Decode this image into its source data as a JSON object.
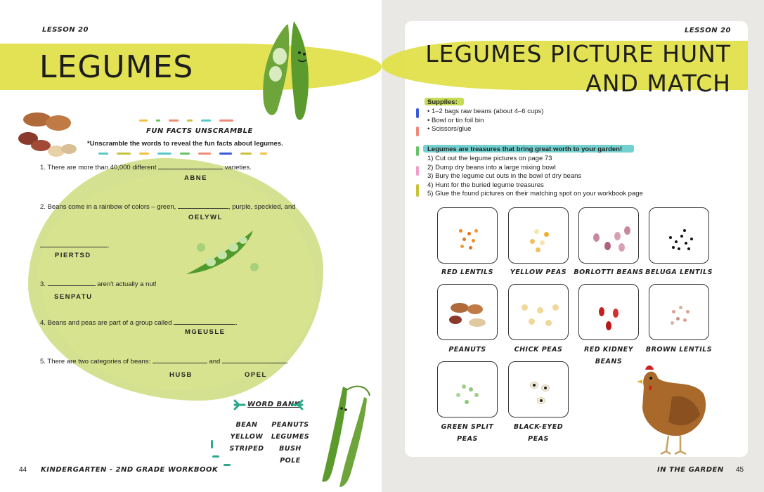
{
  "left": {
    "lesson": "LESSON 20",
    "title": "LEGUMES",
    "fun_facts_title": "FUN FACTS UNSCRAMBLE",
    "instruction": "*Unscramble the words to reveal the fun facts about legumes.",
    "q1_before": "1. There are more than 40,000 different",
    "q1_after": "varieties.",
    "q1_word": "ABNE",
    "q2_before": "2. Beans come in a rainbow of colors – green,",
    "q2_after": ", purple, speckled, and",
    "q2_word1": "OELYWL",
    "q2_end": ".",
    "q2_word2": "PIERTSD",
    "q3_before": "3.",
    "q3_after": "aren't actually a nut!",
    "q3_word": "SENPATU",
    "q4_before": "4. Beans and peas are part of a group called",
    "q4_end": ".",
    "q4_word": "MGEUSLE",
    "q5_before": "5. There are two categories of beans:",
    "q5_and": "and",
    "q5_end": ".",
    "q5_word1": "HUSB",
    "q5_word2": "OPEL",
    "word_bank_title": "WORD BANK",
    "word_bank_col1": [
      "BEAN",
      "YELLOW",
      "STRIPED"
    ],
    "word_bank_col2": [
      "PEANUTS",
      "LEGUMES",
      "BUSH",
      "POLE"
    ],
    "page_number": "44",
    "footer": "KINDERGARTEN - 2ND GRADE WORKBOOK"
  },
  "right": {
    "lesson": "LESSON 20",
    "title_line1": "LEGUMES PICTURE HUNT",
    "title_line2": "AND MATCH",
    "supplies_title": "Supplies:",
    "supplies": [
      "• 1–2 bags raw beans (about 4–6 cups)",
      "• Bowl or tin foil bin",
      "• Scissors/glue"
    ],
    "steps_title": "Legumes are treasures that bring great worth to your garden!",
    "steps": [
      "1) Cut out the legume pictures on page 73",
      "2) Dump dry beans into a large mixing bowl",
      "3) Bury the legume cut outs in the bowl of dry beans",
      "4) Hunt for the buried legume treasures",
      "5) Glue the found pictures on their matching spot on your workbook page"
    ],
    "tiles": [
      {
        "label1": "RED LENTILS",
        "label2": ""
      },
      {
        "label1": "YELLOW PEAS",
        "label2": ""
      },
      {
        "label1": "BORLOTTI BEANS",
        "label2": ""
      },
      {
        "label1": "BELUGA LENTILS",
        "label2": ""
      },
      {
        "label1": "PEANUTS",
        "label2": ""
      },
      {
        "label1": "CHICK PEAS",
        "label2": ""
      },
      {
        "label1": "RED KIDNEY",
        "label2": "BEANS"
      },
      {
        "label1": "BROWN LENTILS",
        "label2": ""
      },
      {
        "label1": "GREEN SPLIT",
        "label2": "PEAS"
      },
      {
        "label1": "BLACK-EYED",
        "label2": "PEAS"
      }
    ],
    "footer": "IN THE GARDEN",
    "page_number": "45"
  },
  "colors": {
    "brush_yellow": "#e0df45",
    "wash_green": "#cddc7c",
    "highlight_green": "#c6dc55",
    "highlight_teal": "#5cc9c9",
    "accent_blue": "#3a5bd9",
    "accent_salmon": "#f08a78",
    "accent_green": "#66c466",
    "accent_pink": "#f0a0c8",
    "accent_olive": "#c8c43a"
  },
  "icons": [
    "pea-pod-icon",
    "peanuts-icon",
    "open-pea-pod-icon",
    "pea-vine-icon",
    "hen-icon",
    "sprig-icon"
  ]
}
